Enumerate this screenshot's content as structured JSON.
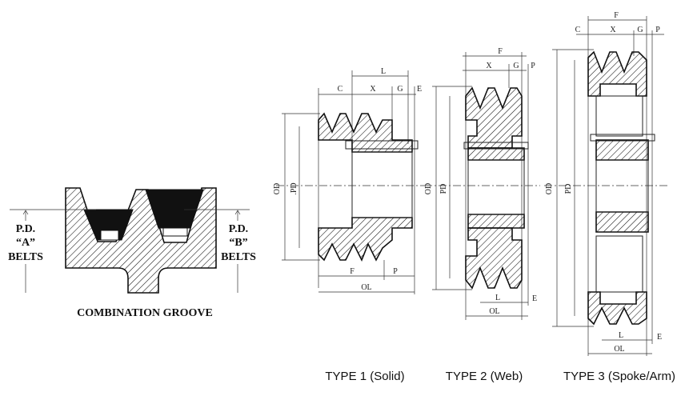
{
  "combination_groove": {
    "title": "COMBINATION GROOVE",
    "left_label": [
      "P.D.",
      "“A”",
      "BELTS"
    ],
    "right_label": [
      "P.D.",
      "“B”",
      "BELTS"
    ]
  },
  "types": [
    {
      "caption": "TYPE 1 (Solid)",
      "dims": [
        "C",
        "X",
        "L",
        "G",
        "E",
        "OD",
        ".PD",
        "F",
        "P",
        "OL"
      ]
    },
    {
      "caption": "TYPE 2 (Web)",
      "dims": [
        "F",
        "X",
        "G",
        "P",
        "OD",
        "PD",
        "L",
        "E",
        "OL"
      ]
    },
    {
      "caption": "TYPE 3 (Spoke/Arm)",
      "dims": [
        "F",
        "C",
        "X",
        "G",
        "P",
        "OD",
        "PD",
        "L",
        "E",
        "OL"
      ]
    }
  ],
  "colors": {
    "line": "#222222",
    "fill": "#ffffff",
    "belt": "#111111"
  }
}
